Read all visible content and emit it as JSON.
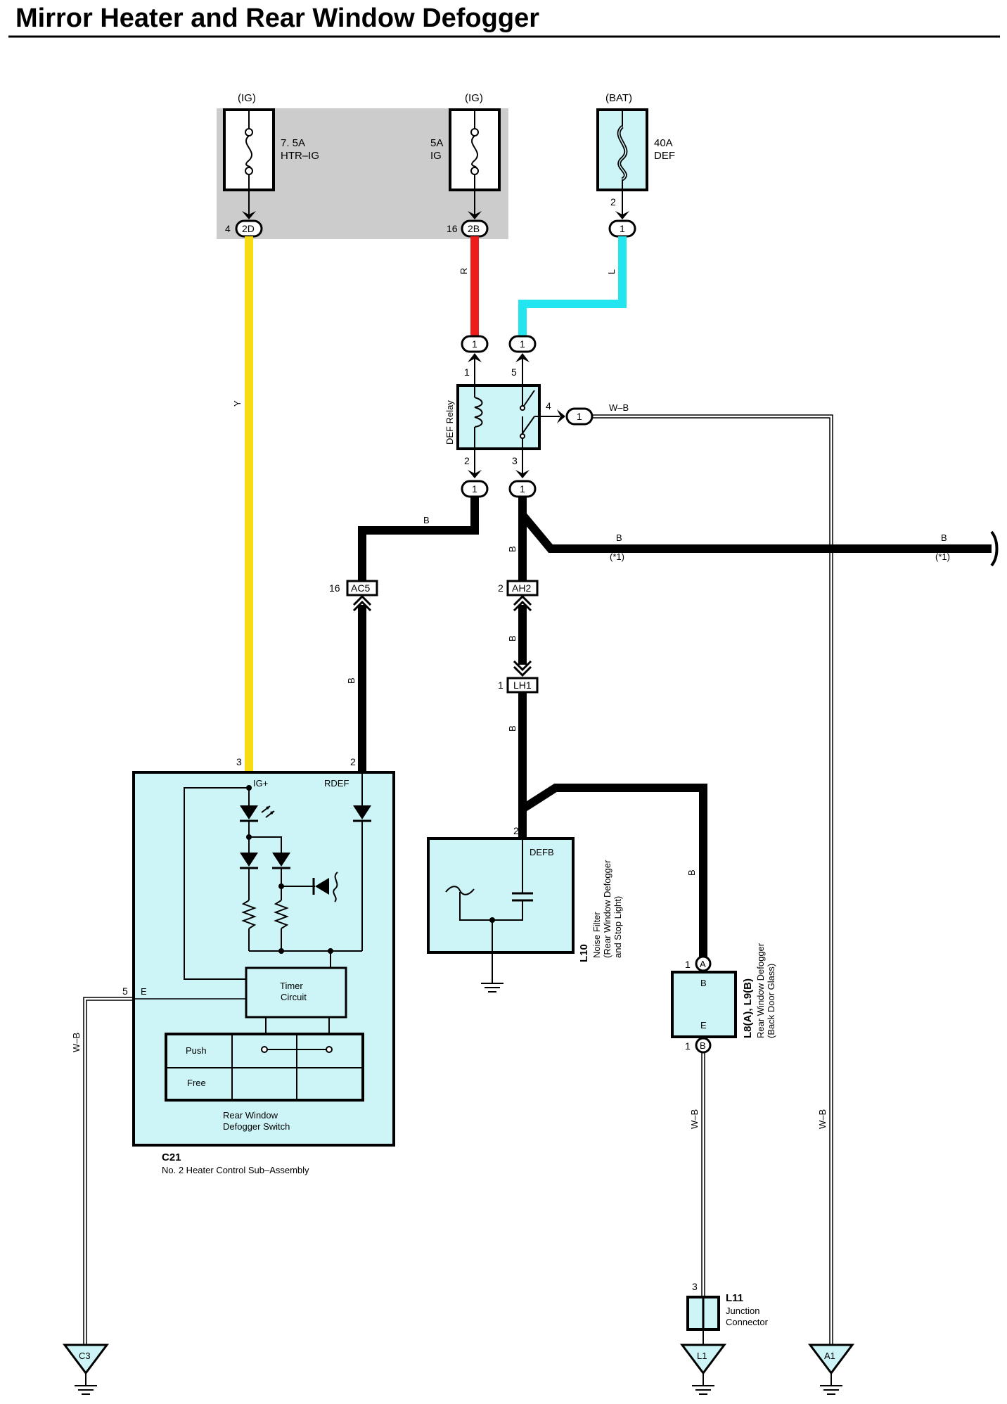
{
  "title": "Mirror Heater and Rear Window Defogger",
  "fuses": {
    "htr_ig": {
      "source": "(IG)",
      "rating": "7. 5A",
      "name": "HTR–IG",
      "pin": "4",
      "connector": "2D"
    },
    "ig": {
      "source": "(IG)",
      "rating": "5A",
      "name": "IG",
      "pin": "16",
      "connector": "2B"
    },
    "def": {
      "source": "(BAT)",
      "rating": "40A",
      "name": "DEF",
      "pin": "2",
      "connector": "1"
    }
  },
  "wire_colors": {
    "y": "Y",
    "r": "R",
    "l": "L",
    "b": "B",
    "wb": "W–B",
    "note": "(*1)"
  },
  "relay": {
    "name": "DEF Relay",
    "pin1": "1",
    "pin5": "5",
    "pin4": "4",
    "pin2": "2",
    "pin3": "3",
    "conn": "1"
  },
  "connectors": {
    "ac5": {
      "pin": "16",
      "name": "AC5"
    },
    "ah2": {
      "pin": "2",
      "name": "AH2"
    },
    "lh1": {
      "pin": "1",
      "name": "LH1"
    }
  },
  "switch_module": {
    "pin_ig": "3",
    "ig_label": "IG+",
    "pin_rdef": "2",
    "rdef_label": "RDEF",
    "pin_e": "5",
    "e_label": "E",
    "timer_line1": "Timer",
    "timer_line2": "Circuit",
    "push": "Push",
    "free": "Free",
    "caption_line1": "Rear Window",
    "caption_line2": "Defogger Switch",
    "code": "C21",
    "assembly": "No.  2 Heater Control Sub–Assembly"
  },
  "noise_filter": {
    "pin": "2",
    "terminal": "DEFB",
    "code": "L10",
    "line1": "Noise Filter",
    "line2": "(Rear Window Defogger",
    "line3": "and Stop Light)"
  },
  "defogger": {
    "pin_a": "1",
    "a": "A",
    "pin_b": "1",
    "b": "B",
    "inner_b": "B",
    "inner_e": "E",
    "code": "L8(A), L9(B)",
    "line1": "Rear Window Defogger",
    "line2": "(Back Door Glass)"
  },
  "junction": {
    "pin": "3",
    "code": "L11",
    "line1": "Junction",
    "line2": "Connector"
  },
  "grounds": {
    "c3": "C3",
    "l1": "L1",
    "a1": "A1"
  },
  "colors": {
    "yellow": "#f7dc14",
    "red": "#ee1c1c",
    "blue": "#22e5f0",
    "box_fill": "#cdf5f7",
    "fuse_panel": "#cccccc"
  }
}
